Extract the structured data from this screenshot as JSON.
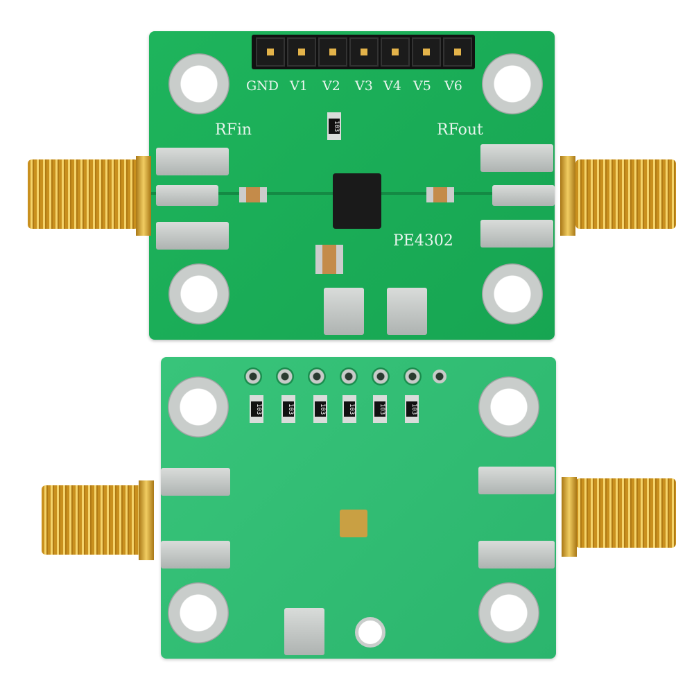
{
  "top_board": {
    "pin_labels": [
      "GND",
      "V1",
      "V2",
      "V3",
      "V4",
      "V5",
      "V6"
    ],
    "rf_in": "RFin",
    "rf_out": "RFout",
    "chip_label": "PE4302",
    "resistor_marking": "103"
  },
  "bottom_board": {
    "resistor_markings": [
      "103",
      "103",
      "103",
      "103",
      "103",
      "103"
    ]
  },
  "colors": {
    "pcb_top": "#1eb45c",
    "pcb_bottom": "#38c47a",
    "gold": "#e7bf55"
  }
}
